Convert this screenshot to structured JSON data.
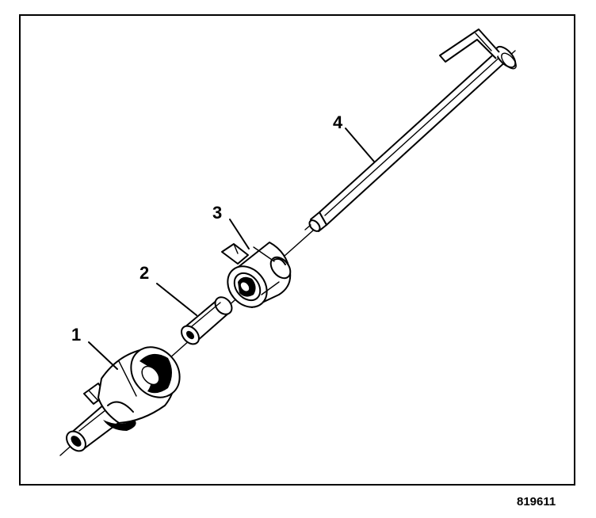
{
  "diagram": {
    "callouts": [
      {
        "id": "1",
        "label": "1"
      },
      {
        "id": "2",
        "label": "2"
      },
      {
        "id": "3",
        "label": "3"
      },
      {
        "id": "4",
        "label": "4"
      }
    ],
    "figure_code": "819611",
    "colors": {
      "ink": "#000000",
      "paper": "#ffffff"
    }
  }
}
